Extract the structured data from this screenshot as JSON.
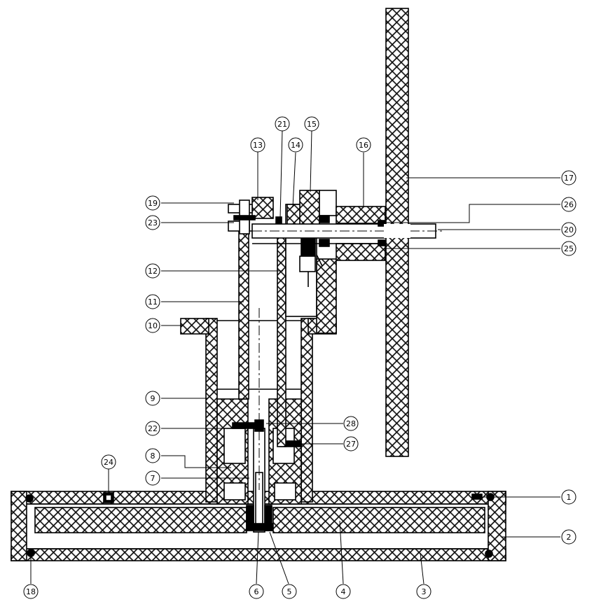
{
  "diagram": {
    "labels": {
      "l1": "1",
      "l2": "2",
      "l3": "3",
      "l4": "4",
      "l5": "5",
      "l6": "6",
      "l7": "7",
      "l8": "8",
      "l9": "9",
      "l10": "10",
      "l11": "11",
      "l12": "12",
      "l13": "13",
      "l14": "14",
      "l15": "15",
      "l16": "16",
      "l17": "17",
      "l18": "18",
      "l19": "19",
      "l20": "20",
      "l21": "21",
      "l22": "22",
      "l23": "23",
      "l24": "24",
      "l25": "25",
      "l26": "26",
      "l27": "27",
      "l28": "28"
    }
  },
  "colors": {
    "line": "#000000",
    "fill": "#ffffff",
    "hatch": "#1a1a1a"
  }
}
